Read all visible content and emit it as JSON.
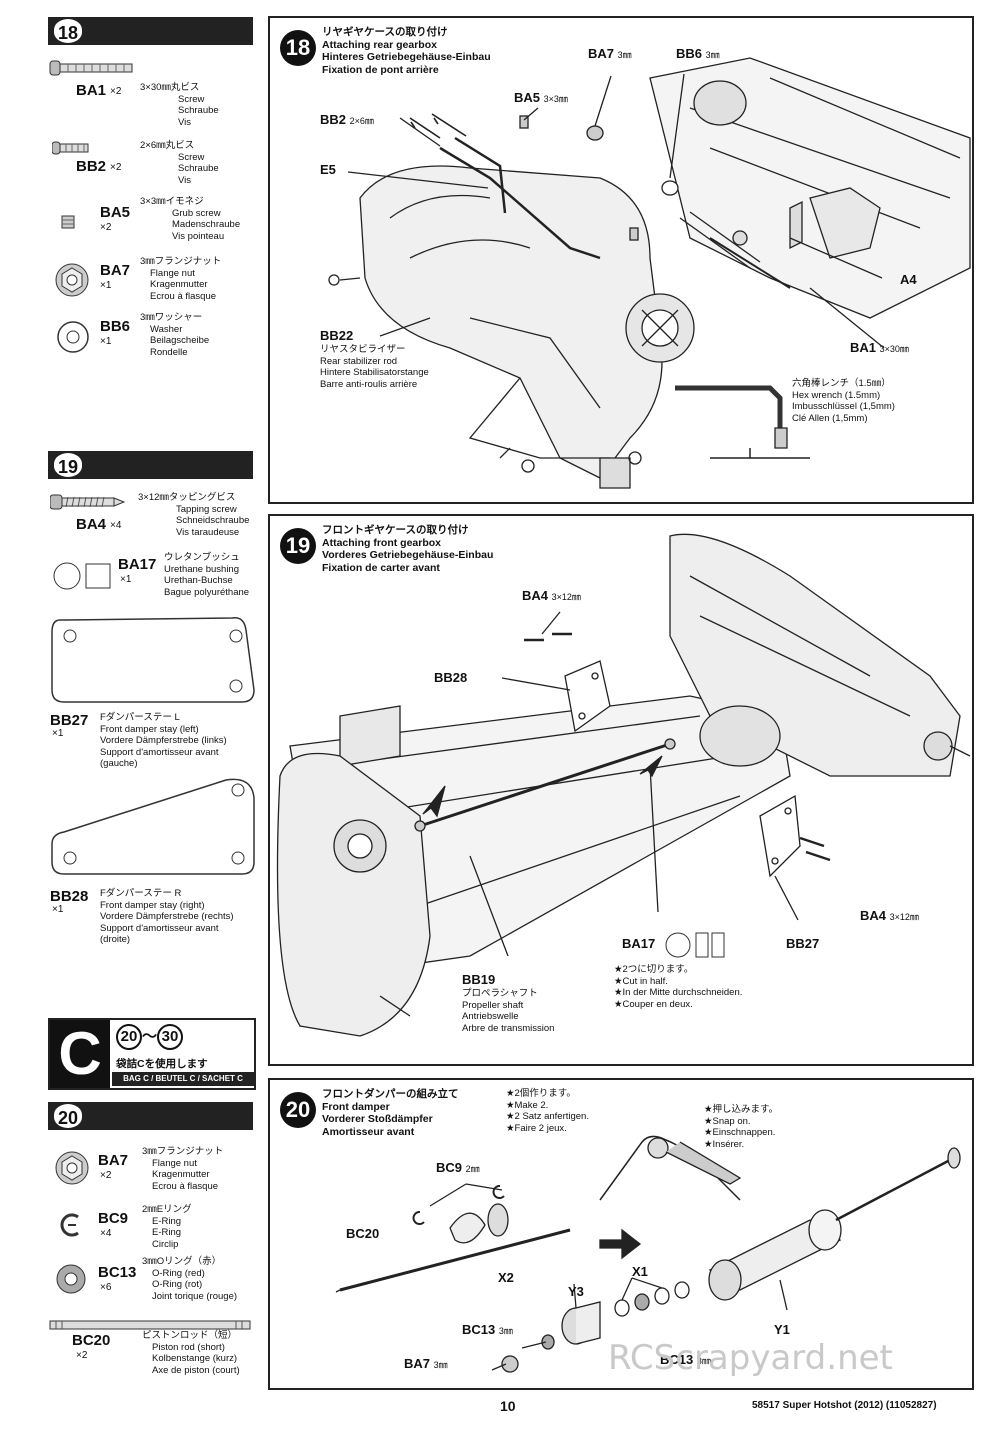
{
  "sidebar": {
    "step18": {
      "number": "18",
      "parts": [
        {
          "code": "BA1",
          "qty": "×2",
          "size": "3×30㎜丸ビス",
          "desc": [
            "Screw",
            "Schraube",
            "Vis"
          ]
        },
        {
          "code": "BB2",
          "qty": "×2",
          "size": "2×6㎜丸ビス",
          "desc": [
            "Screw",
            "Schraube",
            "Vis"
          ]
        },
        {
          "code": "BA5",
          "qty": "×2",
          "size": "3×3㎜イモネジ",
          "desc": [
            "Grub screw",
            "Madenschraube",
            "Vis pointeau"
          ]
        },
        {
          "code": "BA7",
          "qty": "×1",
          "size": "3㎜フランジナット",
          "desc": [
            "Flange nut",
            "Kragenmutter",
            "Ecrou à flasque"
          ]
        },
        {
          "code": "BB6",
          "qty": "×1",
          "size": "3㎜ワッシャー",
          "desc": [
            "Washer",
            "Beilagscheibe",
            "Rondelle"
          ]
        }
      ]
    },
    "step19": {
      "number": "19",
      "parts": [
        {
          "code": "BA4",
          "qty": "×4",
          "size": "3×12㎜タッピングビス",
          "desc": [
            "Tapping screw",
            "Schneidschraube",
            "Vis taraudeuse"
          ]
        },
        {
          "code": "BA17",
          "qty": "×1",
          "size": "ウレタンブッシュ",
          "desc": [
            "Urethane bushing",
            "Urethan-Buchse",
            "Bague polyuréthane"
          ]
        },
        {
          "code": "BB27",
          "qty": "×1",
          "size": "Fダンパーステー L",
          "desc": [
            "Front damper stay (left)",
            "Vordere Dämpferstrebe (links)",
            "Support d'amortisseur avant",
            "(gauche)"
          ]
        },
        {
          "code": "BB28",
          "qty": "×1",
          "size": "Fダンパーステー R",
          "desc": [
            "Front damper stay (right)",
            "Vordere Dämpferstrebe (rechts)",
            "Support d'amortisseur avant",
            "(droite)"
          ]
        }
      ]
    },
    "bag": {
      "letter": "C",
      "range_start": "20",
      "range_sep": "～",
      "range_end": "30",
      "jp": "袋詰Cを使用します",
      "label": "BAG C / BEUTEL C / SACHET C"
    },
    "step20": {
      "number": "20",
      "parts": [
        {
          "code": "BA7",
          "qty": "×2",
          "size": "3㎜フランジナット",
          "desc": [
            "Flange nut",
            "Kragenmutter",
            "Ecrou à flasque"
          ]
        },
        {
          "code": "BC9",
          "qty": "×4",
          "size": "2㎜Eリング",
          "desc": [
            "E-Ring",
            "E-Ring",
            "Circlip"
          ]
        },
        {
          "code": "BC13",
          "qty": "×6",
          "size": "3㎜Oリング（赤）",
          "desc": [
            "O-Ring (red)",
            "O-Ring (rot)",
            "Joint torique (rouge)"
          ]
        },
        {
          "code": "BC20",
          "qty": "×2",
          "size": "ピストンロッド（短）",
          "desc": [
            "Piston rod (short)",
            "Kolbenstange (kurz)",
            "Axe de piston (court)"
          ]
        }
      ]
    }
  },
  "panels": {
    "p18": {
      "number": "18",
      "title": [
        "リヤギヤケースの取り付け",
        "Attaching rear gearbox",
        "Hinteres Getriebegehäuse-Einbau",
        "Fixation de pont arrière"
      ],
      "labels": {
        "ba7": "BA7",
        "ba7s": "3㎜",
        "bb6": "BB6",
        "bb6s": "3㎜",
        "ba5": "BA5",
        "ba5s": "3×3㎜",
        "bb2": "BB2",
        "bb2s": "2×6㎜",
        "e5": "E5",
        "a4": "A4",
        "bb22": "BB22",
        "ba1": "BA1",
        "ba1s": "3×30㎜"
      },
      "bb22_desc": [
        "リヤスタビライザー",
        "Rear stabilizer rod",
        "Hintere Stabilisatorstange",
        "Barre anti-roulis arrière"
      ],
      "wrench": [
        "六角棒レンチ（1.5㎜）",
        "Hex wrench (1.5mm)",
        "Imbusschlüssel (1,5mm)",
        "Clé Allen (1,5mm)"
      ]
    },
    "p19": {
      "number": "19",
      "title": [
        "フロントギヤケースの取り付け",
        "Attaching front gearbox",
        "Vorderes Getriebegehäuse-Einbau",
        "Fixation de carter avant"
      ],
      "labels": {
        "ba4a": "BA4",
        "ba4as": "3×12㎜",
        "bb28": "BB28",
        "ba4b": "BA4",
        "ba4bs": "3×12㎜",
        "ba17": "BA17",
        "bb27": "BB27",
        "bb19": "BB19"
      },
      "bb19_desc": [
        "プロペラシャフト",
        "Propeller shaft",
        "Antriebswelle",
        "Arbre de transmission"
      ],
      "cut_note": [
        "★2つに切ります。",
        "★Cut in half.",
        "★In der Mitte durchschneiden.",
        "★Couper en deux."
      ]
    },
    "p20": {
      "number": "20",
      "title": [
        "フロントダンパーの組み立て",
        "Front damper",
        "Vorderer Stoßdämpfer",
        "Amortisseur avant"
      ],
      "make_note": [
        "★2個作ります。",
        "★Make 2.",
        "★2 Satz anfertigen.",
        "★Faire 2 jeux."
      ],
      "snap_note": [
        "★押し込みます。",
        "★Snap on.",
        "★Einschnappen.",
        "★Insérer."
      ],
      "labels": {
        "bc9": "BC9",
        "bc9s": "2㎜",
        "bc20": "BC20",
        "x2": "X2",
        "x1": "X1",
        "y3": "Y3",
        "y1": "Y1",
        "bc13a": "BC13",
        "bc13as": "3㎜",
        "bc13b": "BC13",
        "bc13bs": "3㎜",
        "ba7": "BA7",
        "ba7s": "3㎜"
      }
    }
  },
  "footer": {
    "page": "10",
    "product": "58517 Super Hotshot (2012) (11052827)",
    "watermark": "RCScrapyard.net"
  }
}
